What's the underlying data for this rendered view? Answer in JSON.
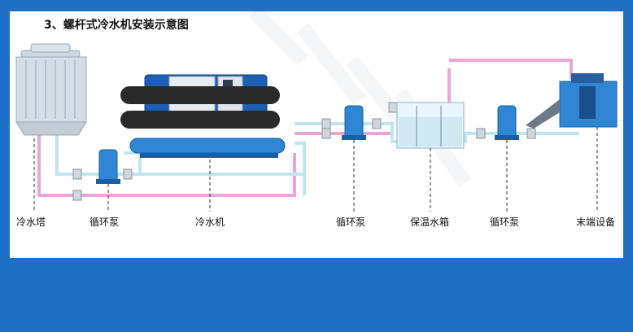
{
  "title": "3、螺杆式冷水机安装示意图",
  "labels": {
    "cooling_tower": "冷水塔",
    "pump_1": "循环泵",
    "chiller": "冷水机",
    "pump_2": "循环泵",
    "tank": "保温水箱",
    "pump_3": "循环泵",
    "terminal": "末端设备"
  },
  "colors": {
    "background": "#1f6fc6",
    "pipe_supply": "#bfe6ef",
    "pipe_return": "#e7a6d6",
    "pump": "#2f86d4",
    "chiller_body": "#1d5fb6"
  }
}
